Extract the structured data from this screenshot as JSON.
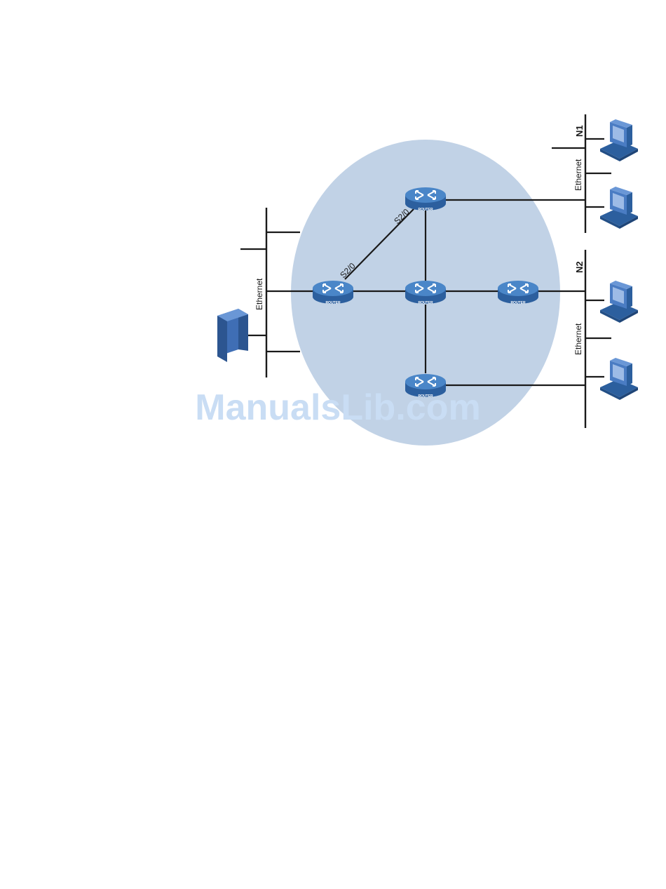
{
  "colors": {
    "cloud": "#c1d2e6",
    "router_top": "#4a86c8",
    "router_side": "#2c5f9e",
    "device": "#3f6eb5",
    "watermark": "#c9ddf4"
  },
  "routers": [
    {
      "id": "r-top",
      "caption": "ROUTER"
    },
    {
      "id": "r-left",
      "caption": "ROUTER"
    },
    {
      "id": "r-center",
      "caption": "ROUTER"
    },
    {
      "id": "r-right",
      "caption": "ROUTER"
    },
    {
      "id": "r-bottom",
      "caption": "ROUTER"
    }
  ],
  "links": {
    "serial_top_label": "S2/0",
    "serial_left_label": "S2/0"
  },
  "networks": {
    "left_bus_label": "Ethernet",
    "n1_label": "N1",
    "n1_bus_label": "Ethernet",
    "n2_label": "N2",
    "n2_bus_label": "Ethernet"
  },
  "icons": {
    "server": "server-icon",
    "pc": "pc-icon",
    "router": "router-icon"
  },
  "watermark": "ManualsLib.com"
}
